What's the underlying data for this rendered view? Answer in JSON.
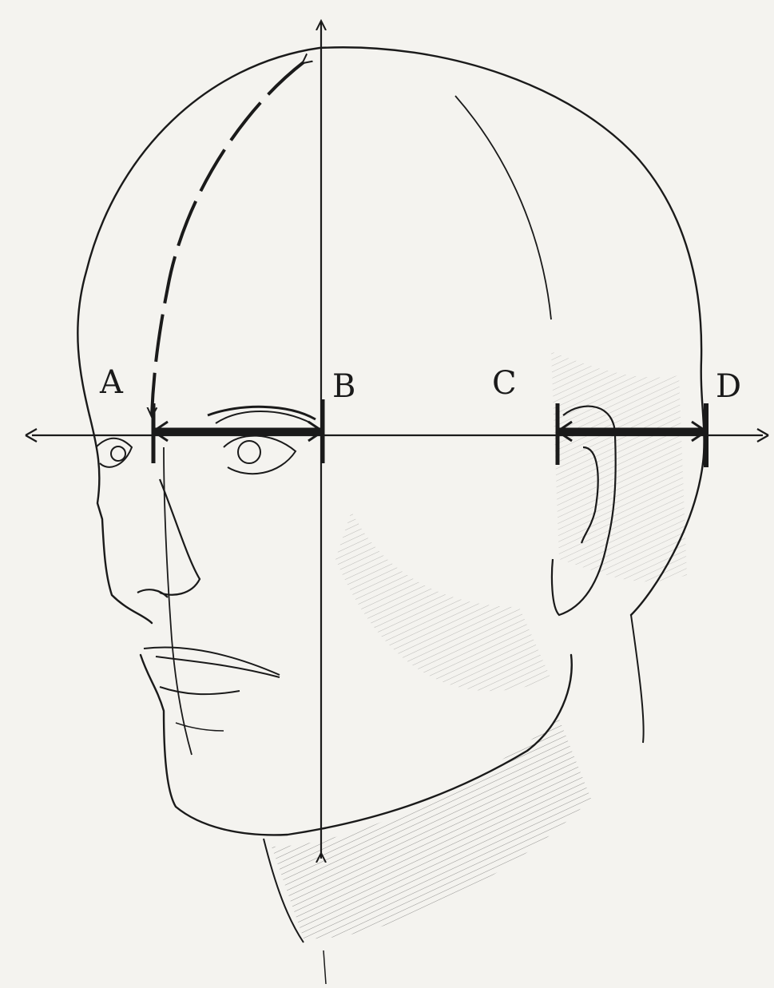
{
  "diagram": {
    "description_labels": {
      "a": "A",
      "b": "B",
      "c": "C",
      "d": "D"
    },
    "colors": {
      "paper": "#f4f3ef",
      "ink": "#1a1a1a"
    }
  }
}
